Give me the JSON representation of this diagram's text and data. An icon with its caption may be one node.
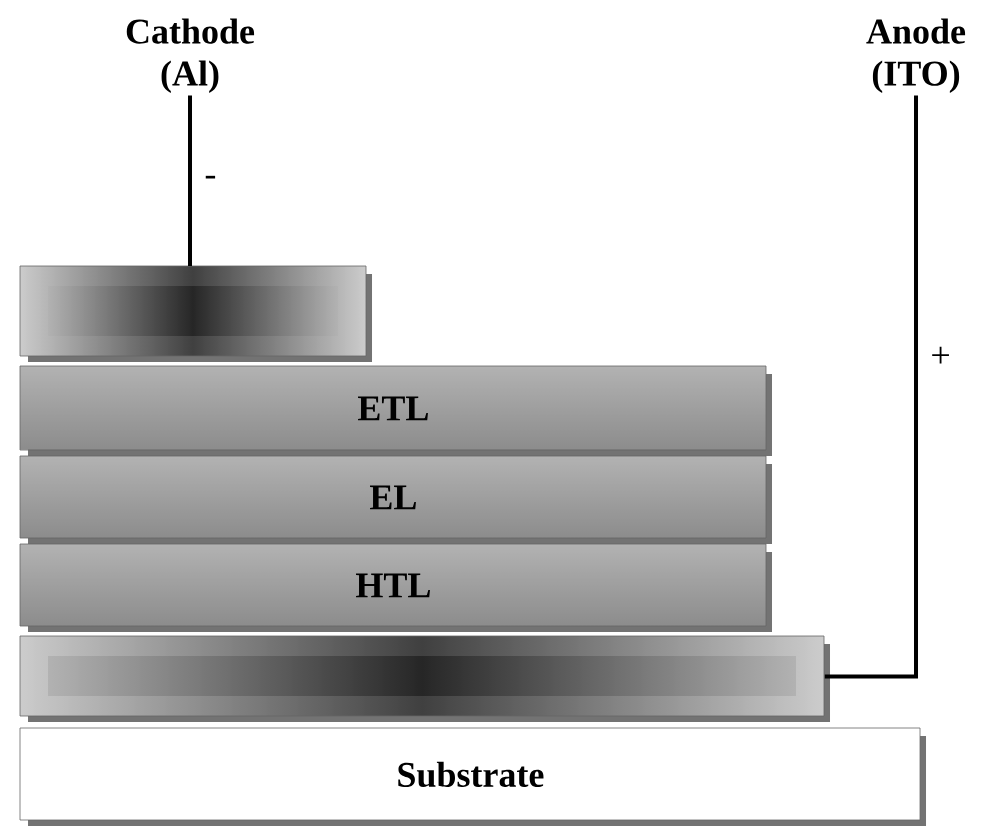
{
  "diagram": {
    "nodes": [
      {
        "text": [
          "Cathode (Al)"
        ]
      },
      {
        "text": [],
        "shape": "box"
      },
      {
        "text": [
          "ETL"
        ]
      },
      {
        "text": [
          "EL"
        ]
      },
      {
        "text": [
          "HTL"
        ]
      },
      {
        "text": [],
        "shape": "box"
      },
      {
        "text": [
          "Substrate"
        ]
      },
      {
        "text": [
          "Anode (ITO)"
        ]
      }
    ],
    "edges": [
      {
        "from": 0,
        "to": 1,
        "arrow": "none",
        "label": "-"
      },
      {
        "from": 7,
        "to": 5,
        "arrow": "none",
        "label": "+"
      }
    ]
  }
}
